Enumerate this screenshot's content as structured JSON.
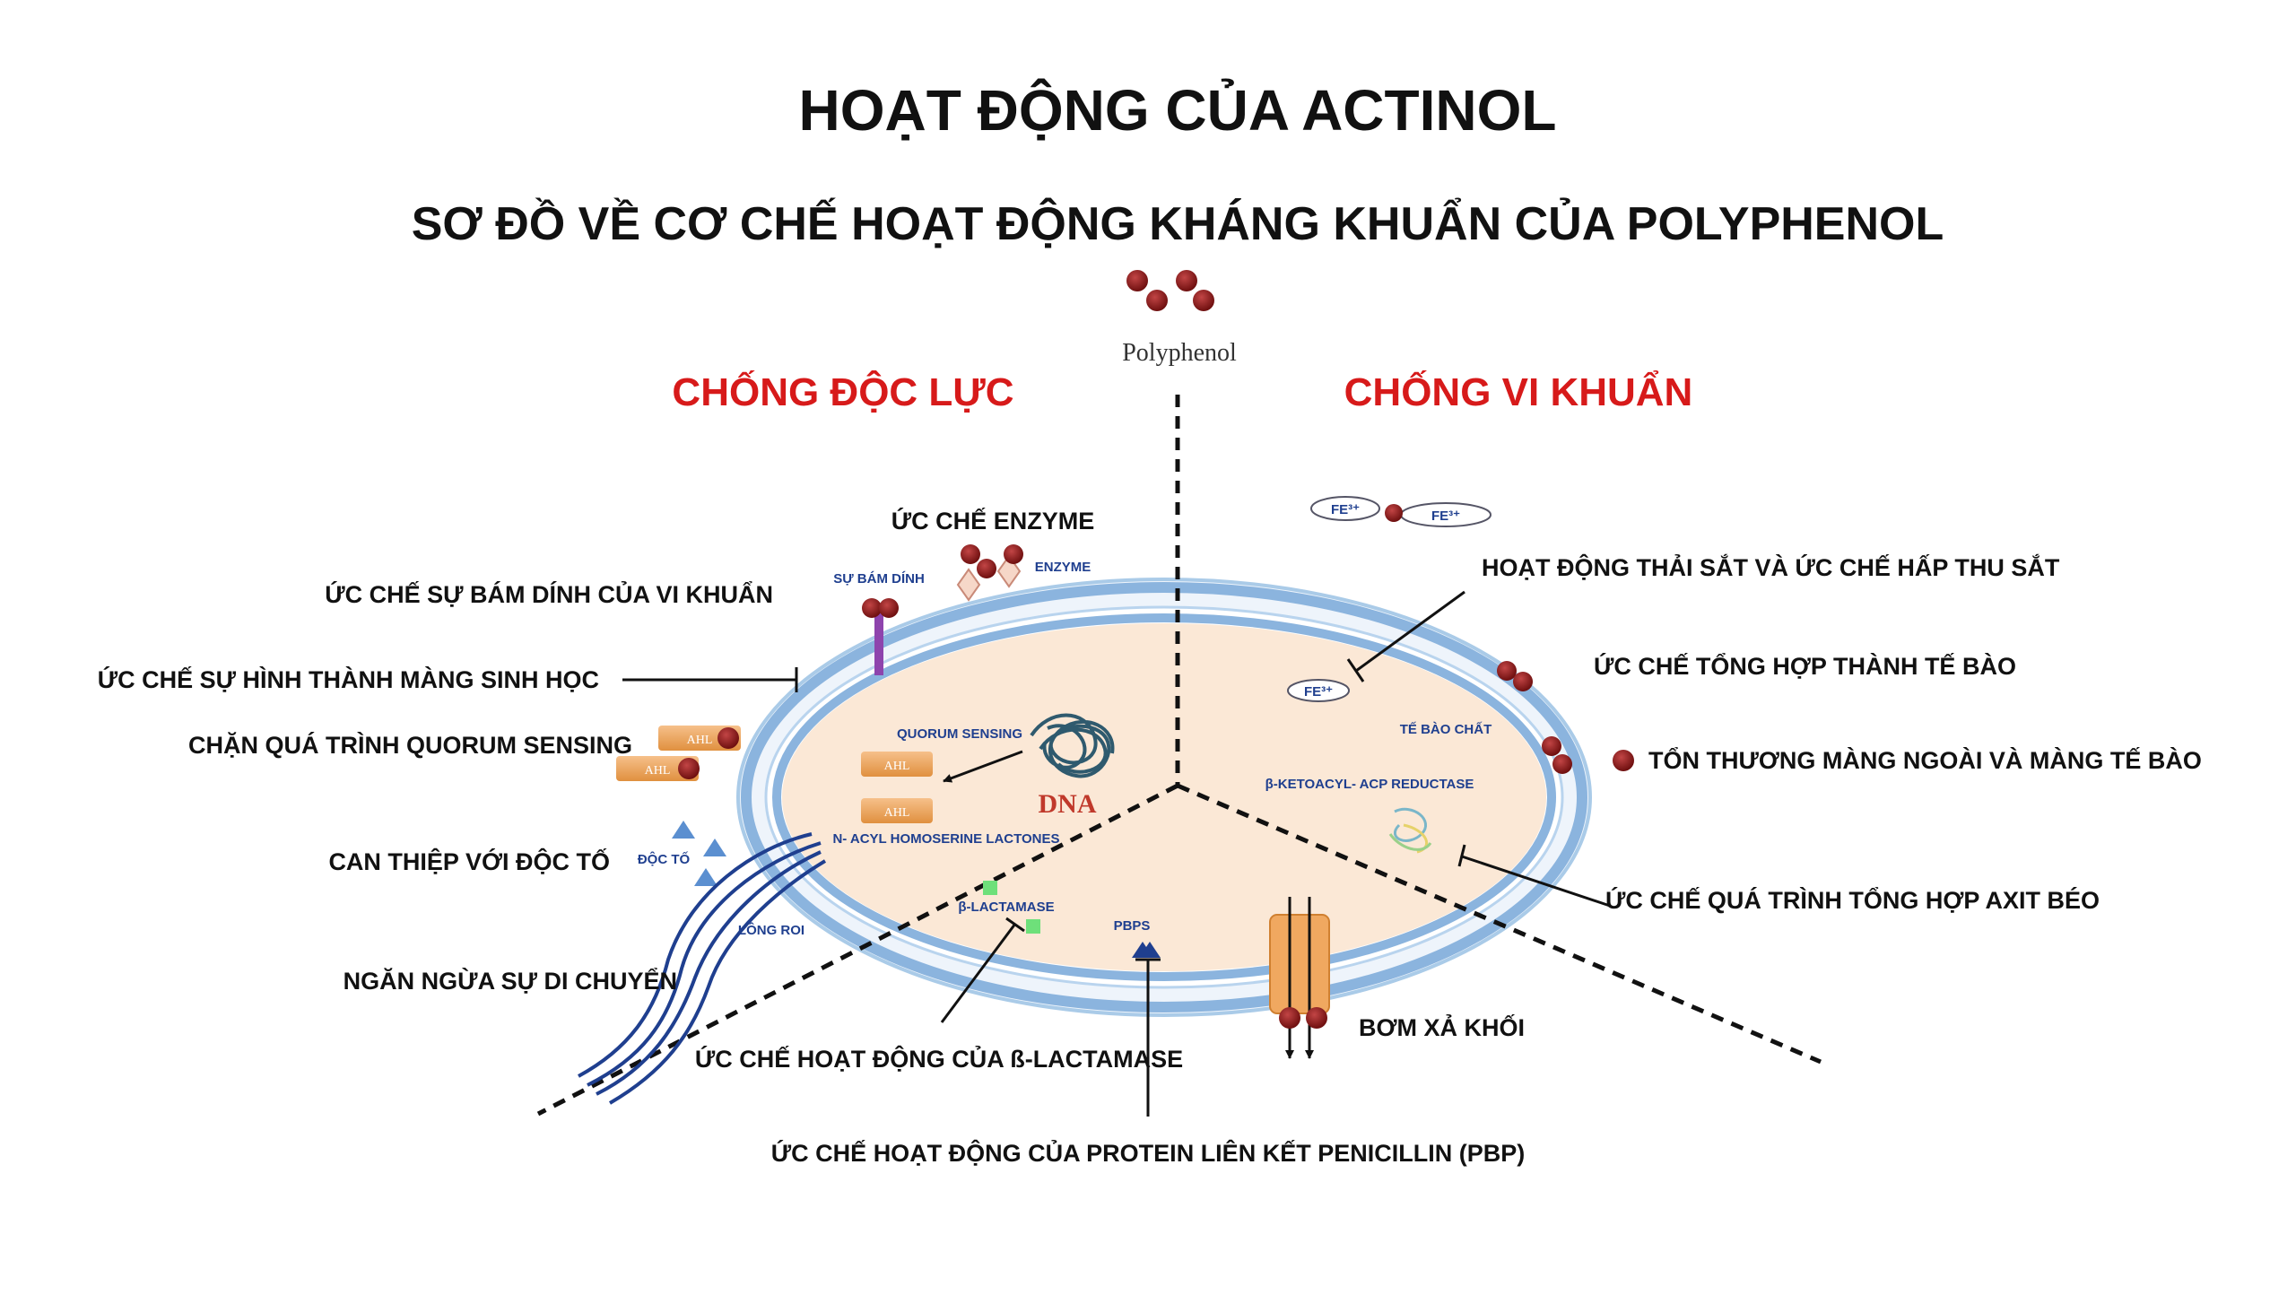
{
  "title": "HOẠT ĐỘNG CỦA ACTINOL",
  "subtitle": "SƠ ĐỒ VỀ CƠ CHẾ HOẠT ĐỘNG KHÁNG KHUẨN CỦA POLYPHENOL",
  "polyphenol_label": "Polyphenol",
  "sections": {
    "left": "CHỐNG ĐỘC LỰC",
    "right": "CHỐNG VI KHUẨN"
  },
  "labels": {
    "enzyme_inhibition": "ỨC CHẾ ENZYME",
    "adhesion_inhibition": "ỨC CHẾ SỰ BÁM DÍNH CỦA VI KHUẨN",
    "biofilm_inhibition": "ỨC CHẾ SỰ HÌNH THÀNH MÀNG SINH HỌC",
    "quorum_blocking": "CHẶN QUÁ TRÌNH QUORUM SENSING",
    "toxin_interference": "CAN THIỆP VỚI ĐỘC TỐ",
    "motility_prevention": "NGĂN NGỪA SỰ DI CHUYỂN",
    "beta_lactamase_inhibition": "ỨC CHẾ HOẠT ĐỘNG CỦA ß-LACTAMASE",
    "pbp_inhibition": "ỨC CHẾ HOẠT ĐỘNG CỦA PROTEIN LIÊN KẾT PENICILLIN (PBP)",
    "iron_chelation": "HOẠT ĐỘNG THẢI SẮT VÀ ỨC CHẾ HẤP THU SẮT",
    "cell_wall_synthesis": "ỨC CHẾ TỔNG HỢP THÀNH TẾ BÀO",
    "membrane_damage": "TỔN THƯƠNG MÀNG NGOÀI VÀ MÀNG TẾ BÀO",
    "fatty_acid_synthesis": "ỨC CHẾ QUÁ TRÌNH TỔNG HỢP AXIT BÉO",
    "efflux_pump": "BƠM XẢ KHỐI"
  },
  "cell_labels": {
    "adhesion": "SỰ BÁM DÍNH",
    "enzyme": "ENZYME",
    "quorum_sensing": "QUORUM SENSING",
    "ahl": "AHL",
    "dna": "DNA",
    "n_acyl": "N- ACYL HOMOSERINE LACTONES",
    "toxin": "ĐỘC TỐ",
    "flagella": "LÔNG ROI",
    "beta_lactamase": "β-LACTAMASE",
    "pbps": "PBPS",
    "cytoplasm": "TẾ BÀO CHẤT",
    "ketoacyl": "β-KETOACYL- ACP REDUCTASE",
    "fe3": "FE³⁺"
  },
  "colors": {
    "accent_red": "#d71a1a",
    "polyphenol_dot": "#8b1a1a",
    "membrane_blue": "#8bb4de",
    "cytoplasm": "#fbe8d6",
    "ahl_orange": "#f0a860",
    "label_blue": "#1f3f8f"
  }
}
